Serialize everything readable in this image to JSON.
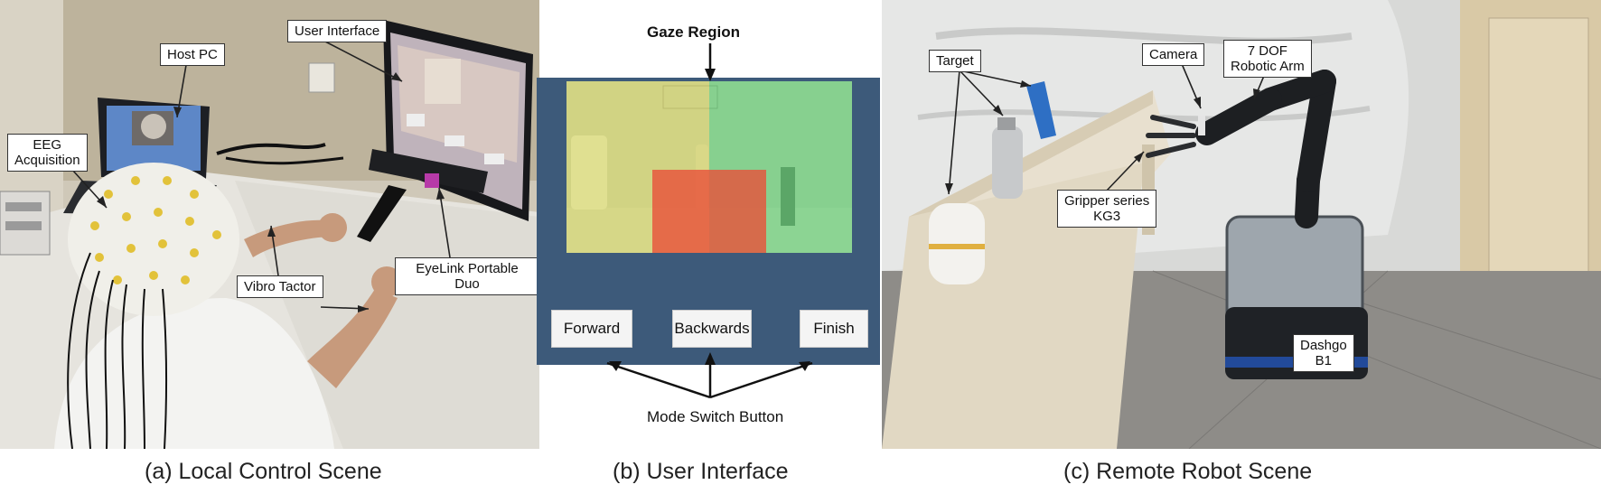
{
  "panels": {
    "local": {
      "caption": "(a) Local Control Scene",
      "callouts": {
        "host_pc": "Host PC",
        "user_interface": "User Interface",
        "eeg": "EEG\nAcquisition",
        "vibro": "Vibro Tactor",
        "eyelink": "EyeLink Portable Duo"
      }
    },
    "ui": {
      "caption": "(b) User Interface",
      "gaze_region_label": "Gaze Region",
      "mode_switch_label": "Mode Switch Button",
      "buttons": [
        "Forward",
        "Backwards",
        "Finish"
      ],
      "colors": {
        "frame": "#3d5a7a",
        "yellow": "#d8d86a",
        "green": "#6fd47a",
        "red": "#e8503a"
      }
    },
    "remote": {
      "caption": "(c) Remote Robot Scene",
      "callouts": {
        "target": "Target",
        "camera": "Camera",
        "arm": "7 DOF\nRobotic Arm",
        "gripper": "Gripper series\nKG3",
        "dashgo": "Dashgo\nB1"
      }
    }
  }
}
